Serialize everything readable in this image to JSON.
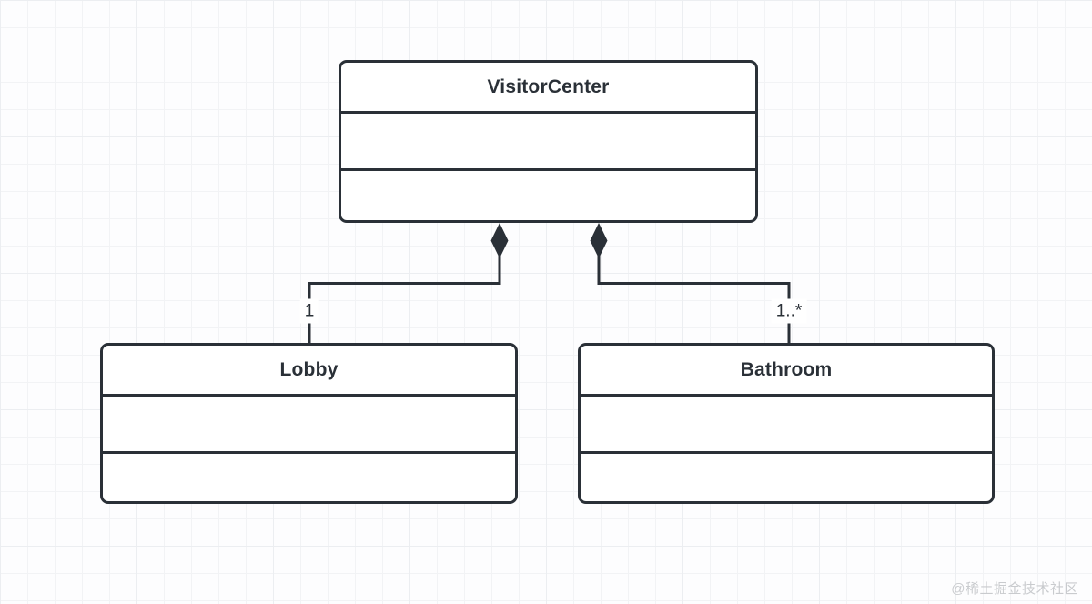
{
  "diagram": {
    "type": "uml-class-diagram",
    "classes": [
      {
        "name": "VisitorCenter"
      },
      {
        "name": "Lobby"
      },
      {
        "name": "Bathroom"
      }
    ],
    "relations": [
      {
        "from": "VisitorCenter",
        "to": "Lobby",
        "kind": "composition",
        "multiplicity": "1"
      },
      {
        "from": "VisitorCenter",
        "to": "Bathroom",
        "kind": "composition",
        "multiplicity": "1..*"
      }
    ],
    "watermark": "@稀土掘金技术社区",
    "colors": {
      "stroke": "#2a3037",
      "background": "#fdfdfe",
      "grid_line": "#eceef1",
      "watermark": "#c9cbce"
    }
  }
}
